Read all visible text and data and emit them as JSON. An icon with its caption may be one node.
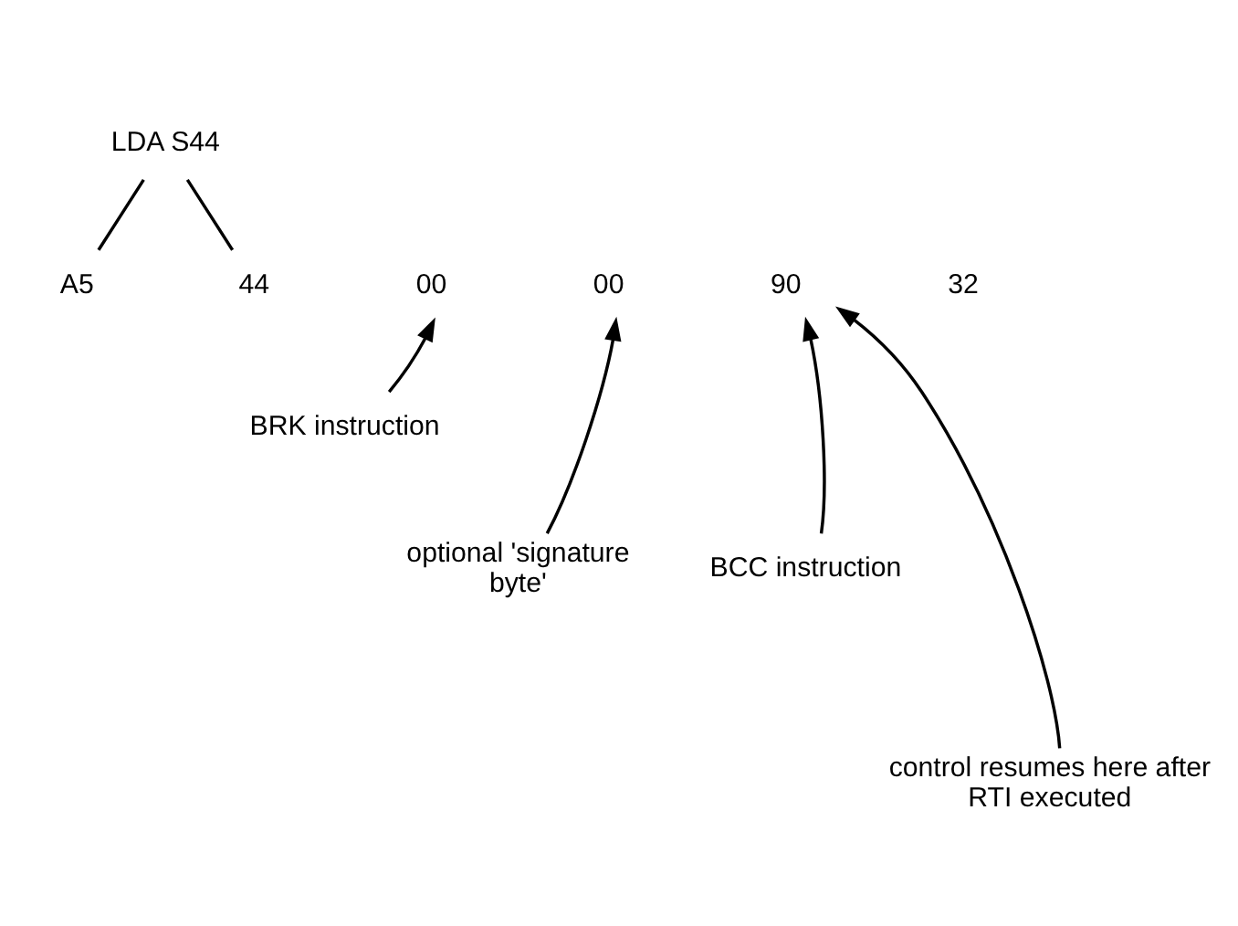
{
  "diagram": {
    "nodes": [
      {
        "text": [
          "LDA S44"
        ]
      },
      {
        "text": [
          "A5"
        ]
      },
      {
        "text": [
          "44"
        ]
      },
      {
        "text": [
          "00"
        ]
      },
      {
        "text": [
          "00"
        ]
      },
      {
        "text": [
          "90"
        ]
      },
      {
        "text": [
          "32"
        ]
      },
      {
        "text": [
          "BRK instruction"
        ]
      },
      {
        "text": [
          "optional 'signature byte'"
        ]
      },
      {
        "text": [
          "BCC instruction"
        ]
      },
      {
        "text": [
          "control resumes here after RTI executed"
        ]
      }
    ],
    "edges": [
      {
        "from": 0,
        "to": 1,
        "arrow": "none"
      },
      {
        "from": 0,
        "to": 2,
        "arrow": "none"
      },
      {
        "from": 7,
        "to": 3,
        "arrow": "to"
      },
      {
        "from": 8,
        "to": 4,
        "arrow": "to"
      },
      {
        "from": 10,
        "to": 5,
        "arrow": "to"
      },
      {
        "from": 9,
        "to": 5,
        "arrow": "to"
      }
    ]
  }
}
